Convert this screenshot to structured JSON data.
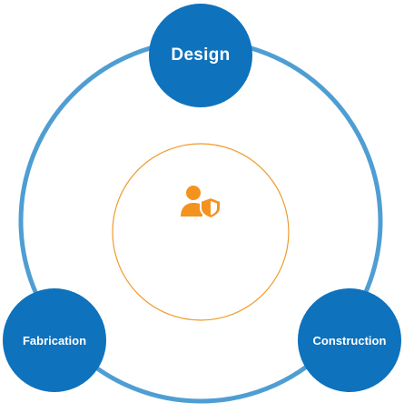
{
  "nodes": {
    "design": {
      "label": "Design"
    },
    "fabrication": {
      "label": "Fabrication"
    },
    "construction": {
      "label": "Construction"
    }
  },
  "center": {
    "icon": "user-shield-icon"
  },
  "colors": {
    "node_fill": "#0e72bd",
    "outer_ring": "#4f9ed3",
    "inner_ring": "#f09a2a",
    "icon": "#f4921f"
  }
}
